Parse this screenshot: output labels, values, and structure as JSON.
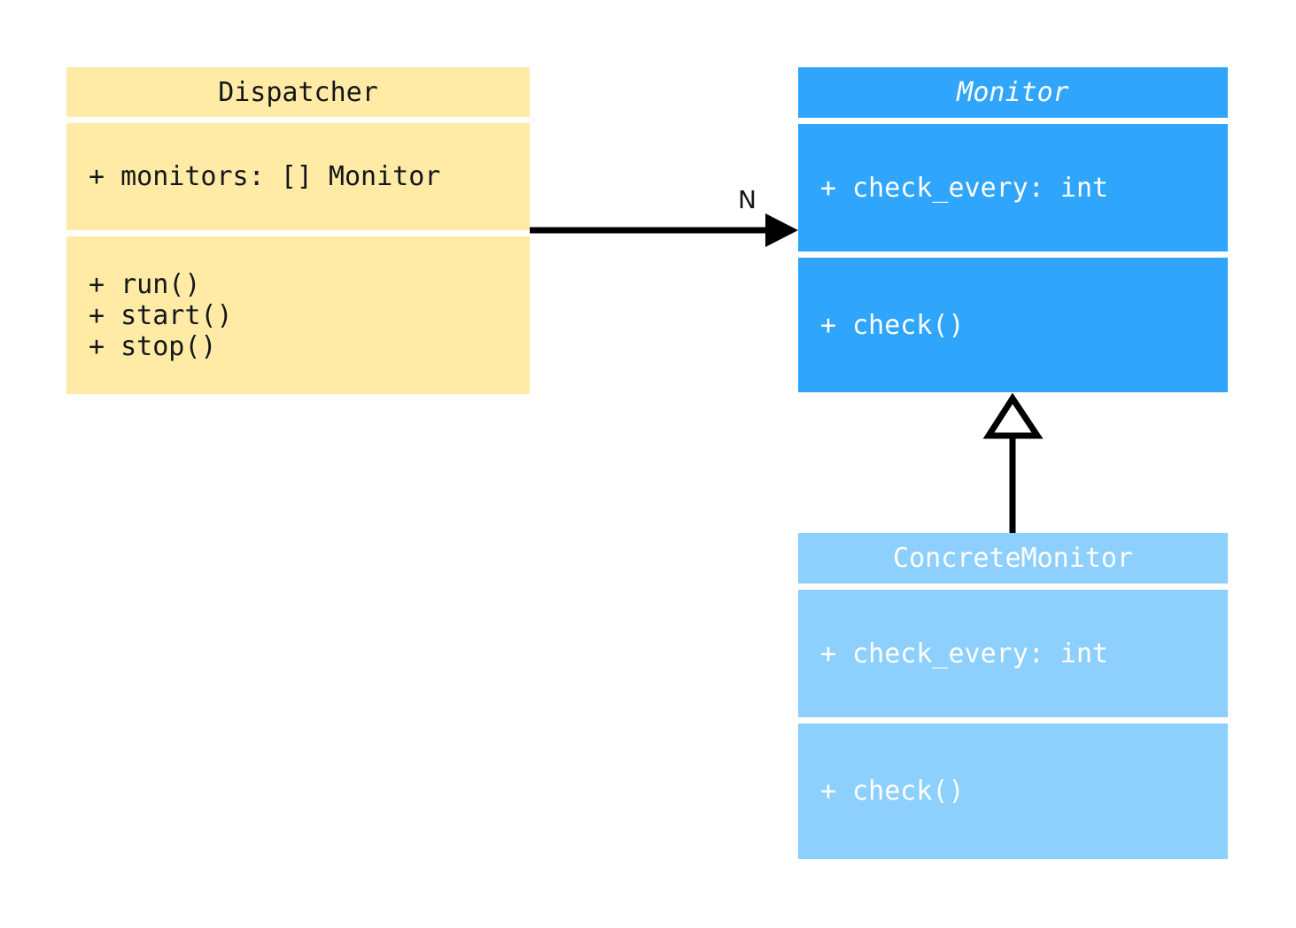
{
  "diagram": {
    "type": "uml-class-diagram",
    "background_color": "#ffffff"
  },
  "classes": [
    {
      "id": "dispatcher",
      "name": "Dispatcher",
      "abstract": false,
      "fill_color": "#ffeba6",
      "text_color": "#14171a",
      "attributes": [
        "+ monitors: [] Monitor"
      ],
      "methods": [
        "+ run()",
        "+ start()",
        "+ stop()"
      ]
    },
    {
      "id": "monitor",
      "name": "Monitor",
      "abstract": true,
      "fill_color": "#2fa5fc",
      "text_color": "#ffffff",
      "attributes": [
        "+ check_every: int"
      ],
      "methods": [
        "+ check()"
      ]
    },
    {
      "id": "concretemonitor",
      "name": "ConcreteMonitor",
      "abstract": false,
      "fill_color": "#8dd0fd",
      "text_color": "#ffffff",
      "attributes": [
        "+ check_every: int"
      ],
      "methods": [
        "+ check()"
      ]
    }
  ],
  "relationships": [
    {
      "id": "dispatcher-to-monitor",
      "kind": "association",
      "from": "Dispatcher",
      "to": "Monitor",
      "label": "N",
      "arrow": "solid-filled",
      "line_color": "#000000"
    },
    {
      "id": "concretemonitor-to-monitor",
      "kind": "generalization",
      "from": "ConcreteMonitor",
      "to": "Monitor",
      "label": "",
      "arrow": "hollow-triangle",
      "line_color": "#000000"
    }
  ]
}
